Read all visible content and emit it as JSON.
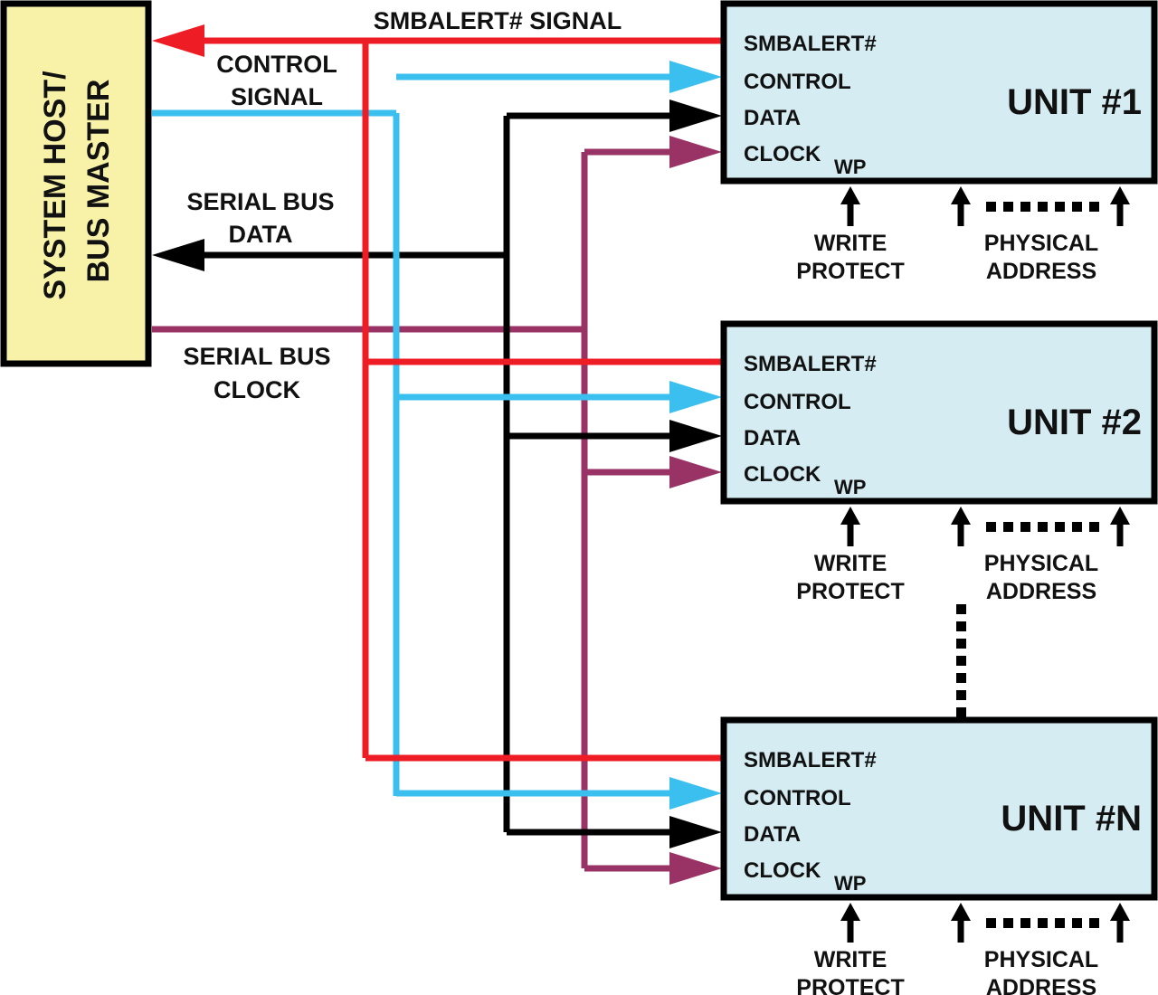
{
  "host": {
    "label_line1": "SYSTEM HOST/",
    "label_line2": "BUS MASTER"
  },
  "signals": {
    "smbalert": {
      "label": "SMBALERT# SIGNAL",
      "color": "#ee1c25"
    },
    "control": {
      "label_line1": "CONTROL",
      "label_line2": "SIGNAL",
      "color": "#3bbfee"
    },
    "data": {
      "label_line1": "SERIAL BUS",
      "label_line2": "DATA",
      "color": "#000000"
    },
    "clock": {
      "label_line1": "SERIAL BUS",
      "label_line2": "CLOCK",
      "color": "#993366"
    }
  },
  "units": [
    {
      "name": "UNIT #1"
    },
    {
      "name": "UNIT #2"
    },
    {
      "name": "UNIT #N"
    }
  ],
  "pins": [
    "SMBALERT#",
    "CONTROL",
    "DATA",
    "CLOCK"
  ],
  "wp_label": "WP",
  "write_protect": {
    "line1": "WRITE",
    "line2": "PROTECT"
  },
  "physical_address": {
    "line1": "PHYSICAL",
    "line2": "ADDRESS"
  },
  "colors": {
    "host_fill": "#f8f2a8",
    "unit_fill": "#d4ecf2",
    "border": "#000000"
  }
}
